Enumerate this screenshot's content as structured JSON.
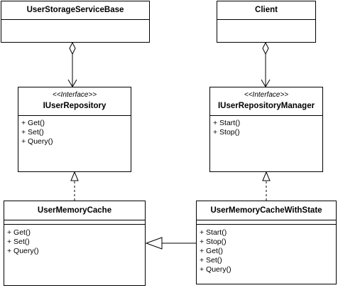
{
  "classes": {
    "storage_base": {
      "name": "UserStorageServiceBase",
      "members": []
    },
    "client": {
      "name": "Client",
      "members": []
    },
    "repo": {
      "stereotype": "<<Interface>>",
      "name": "IUserRepository",
      "members": [
        "+ Get()",
        "+ Set()",
        "+ Query()"
      ]
    },
    "repo_manager": {
      "stereotype": "<<Interface>>",
      "name": "IUserRepositoryManager",
      "members": [
        "+ Start()",
        "+ Stop()"
      ]
    },
    "memcache": {
      "name": "UserMemoryCache",
      "members": [
        "+ Get()",
        "+ Set()",
        "+ Query()"
      ]
    },
    "memcache_state": {
      "name": "UserMemoryCacheWithState",
      "members": [
        "+ Start()",
        "+ Stop()",
        "+ Get()",
        "+ Set()",
        "+ Query()"
      ]
    }
  },
  "relations": [
    {
      "from": "storage_base",
      "to": "repo",
      "type": "aggregation"
    },
    {
      "from": "client",
      "to": "repo_manager",
      "type": "aggregation"
    },
    {
      "from": "memcache",
      "to": "repo",
      "type": "realization"
    },
    {
      "from": "memcache_state",
      "to": "repo_manager",
      "type": "realization"
    },
    {
      "from": "memcache_state",
      "to": "memcache",
      "type": "generalization"
    }
  ]
}
